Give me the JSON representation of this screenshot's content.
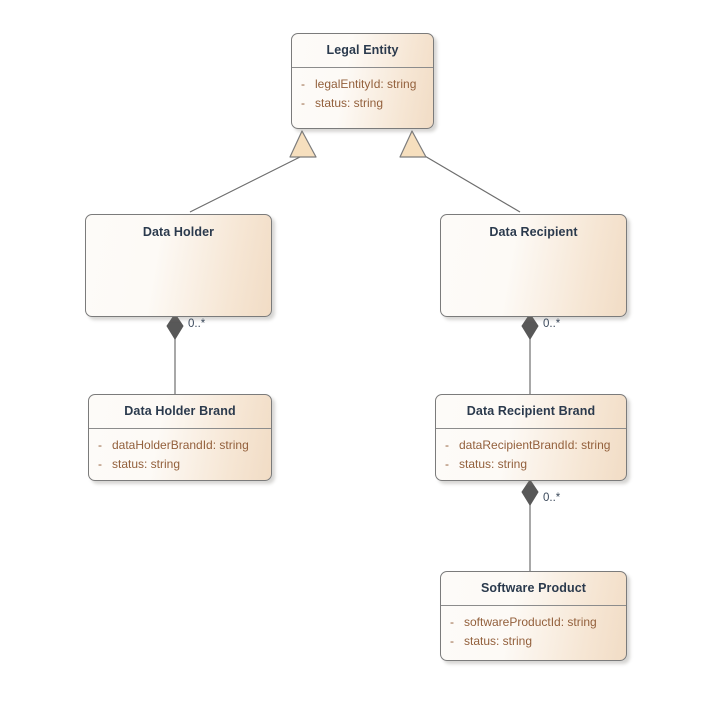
{
  "diagram": {
    "type": "uml-class-diagram",
    "background": "#ffffff",
    "colors": {
      "node_fill_light": "#fdfbf8",
      "node_fill_dark": "#f1dcc5",
      "node_border": "#7b7b7b",
      "title_text": "#2b3a4d",
      "attribute_text": "#93603c",
      "connector_line": "#6d6d6d",
      "composition_diamond": "#555555",
      "generalization_fill": "#f6dfbe",
      "multiplicity_text": "#3c4a5c"
    },
    "classes": [
      {
        "id": "legal-entity",
        "name": "Legal Entity",
        "has_attributes": true,
        "attributes": [
          {
            "visibility": "-",
            "signature": "legalEntityId: string"
          },
          {
            "visibility": "-",
            "signature": "status: string"
          }
        ]
      },
      {
        "id": "data-holder",
        "name": "Data Holder",
        "has_attributes": false,
        "attributes": []
      },
      {
        "id": "data-recipient",
        "name": "Data Recipient",
        "has_attributes": false,
        "attributes": []
      },
      {
        "id": "data-holder-brand",
        "name": "Data Holder Brand",
        "has_attributes": true,
        "attributes": [
          {
            "visibility": "-",
            "signature": "dataHolderBrandId: string"
          },
          {
            "visibility": "-",
            "signature": "status: string"
          }
        ]
      },
      {
        "id": "data-recipient-brand",
        "name": "Data Recipient Brand",
        "has_attributes": true,
        "attributes": [
          {
            "visibility": "-",
            "signature": "dataRecipientBrandId: string"
          },
          {
            "visibility": "-",
            "signature": "status: string"
          }
        ]
      },
      {
        "id": "software-product",
        "name": "Software Product",
        "has_attributes": true,
        "attributes": [
          {
            "visibility": "-",
            "signature": "softwareProductId: string"
          },
          {
            "visibility": "-",
            "signature": "status: string"
          }
        ]
      }
    ],
    "relationships": [
      {
        "id": "gen-data-holder",
        "kind": "generalization",
        "from": "data-holder",
        "to": "legal-entity",
        "multiplicity": ""
      },
      {
        "id": "gen-data-recipient",
        "kind": "generalization",
        "from": "data-recipient",
        "to": "legal-entity",
        "multiplicity": ""
      },
      {
        "id": "comp-holder-brand",
        "kind": "composition",
        "from": "data-holder",
        "to": "data-holder-brand",
        "multiplicity": "0..*"
      },
      {
        "id": "comp-recipient-brand",
        "kind": "composition",
        "from": "data-recipient",
        "to": "data-recipient-brand",
        "multiplicity": "0..*"
      },
      {
        "id": "comp-software-product",
        "kind": "composition",
        "from": "data-recipient-brand",
        "to": "software-product",
        "multiplicity": "0..*"
      }
    ]
  }
}
